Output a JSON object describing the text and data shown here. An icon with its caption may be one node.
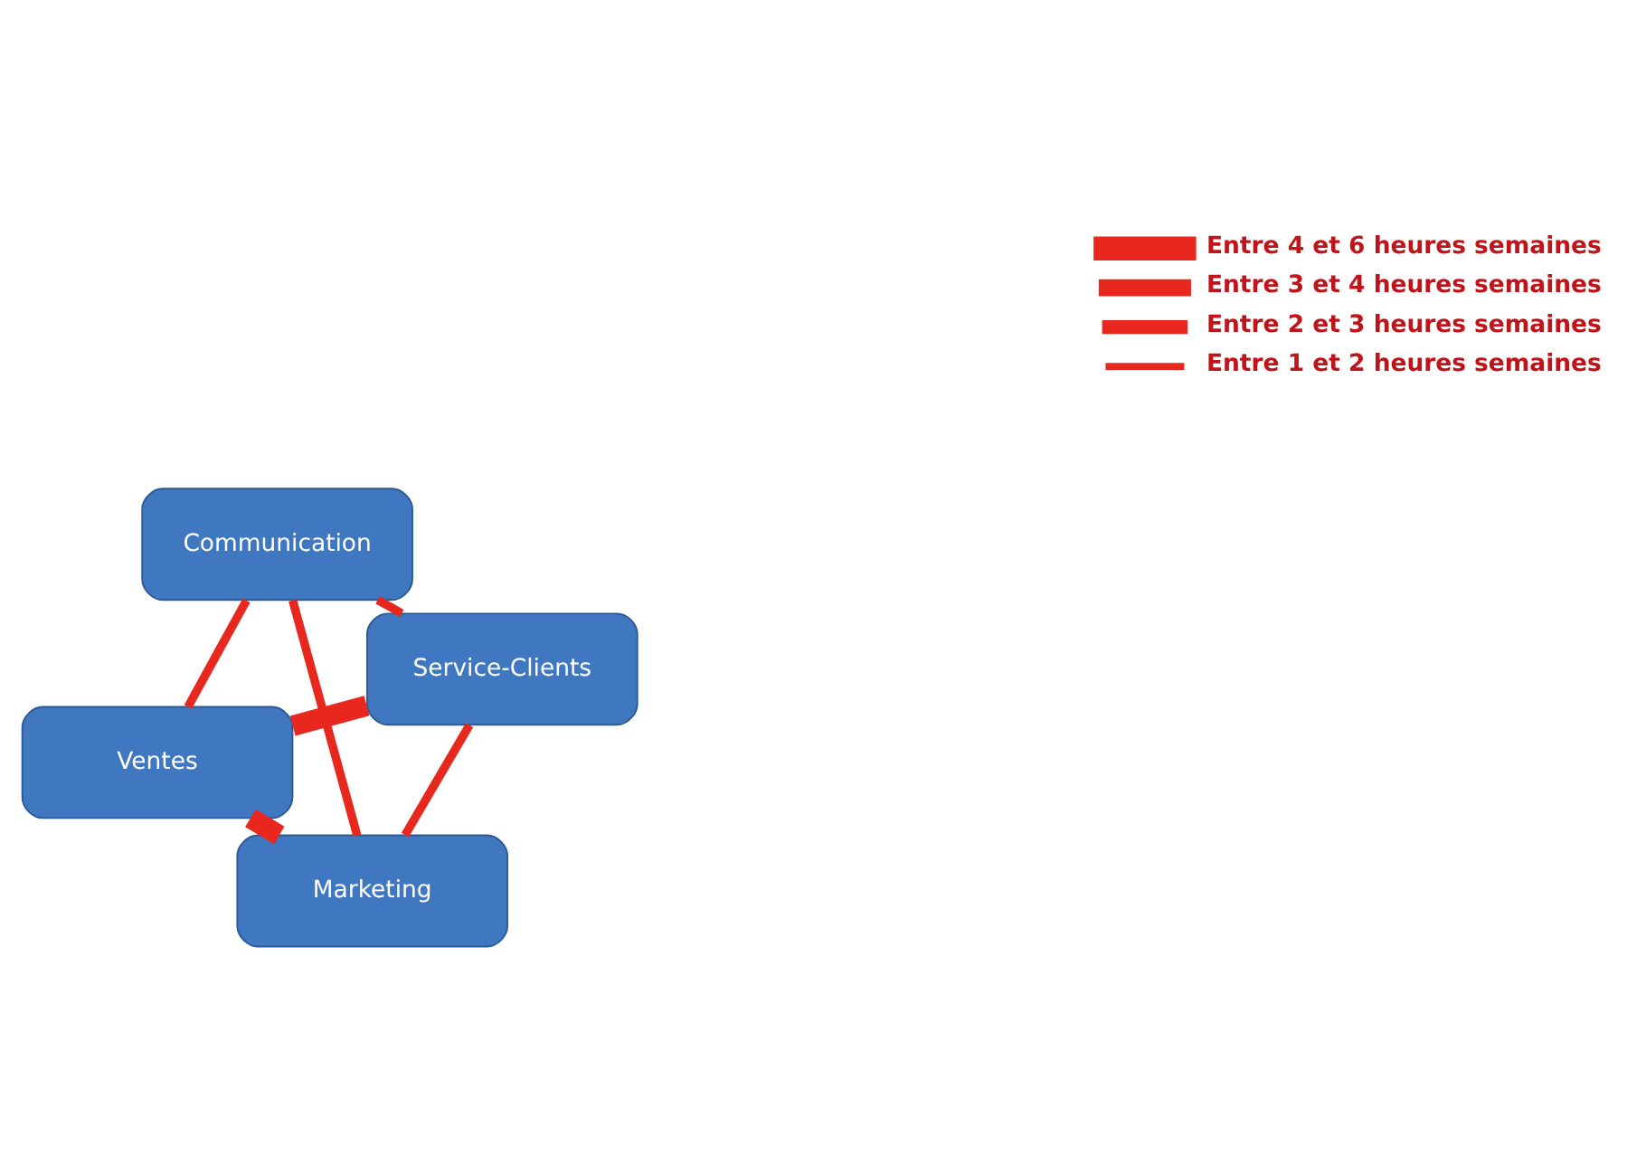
{
  "diagram": {
    "nodes": [
      {
        "text": [
          "Ventes"
        ]
      },
      {
        "text": [
          "Service-Clients"
        ]
      },
      {
        "text": [
          "Marketing"
        ]
      },
      {
        "text": [
          "Communication"
        ]
      }
    ],
    "edges": [
      {
        "from": 0,
        "to": 1,
        "arrow": "none",
        "style": "thick"
      },
      {
        "from": 0,
        "to": 2,
        "arrow": "none",
        "style": "thick"
      },
      {
        "from": 0,
        "to": 3,
        "arrow": "none"
      },
      {
        "from": 1,
        "to": 2,
        "arrow": "none"
      },
      {
        "from": 1,
        "to": 3,
        "arrow": "none"
      },
      {
        "from": 2,
        "to": 3,
        "arrow": "none"
      }
    ],
    "legend": [
      {
        "text": "Entre 4 et 6 heures semaines"
      },
      {
        "text": "Entre 3 et 4 heures semaines"
      },
      {
        "text": "Entre 2 et 3 heures semaines"
      },
      {
        "text": "Entre 1 et 2 heures semaines"
      }
    ]
  }
}
